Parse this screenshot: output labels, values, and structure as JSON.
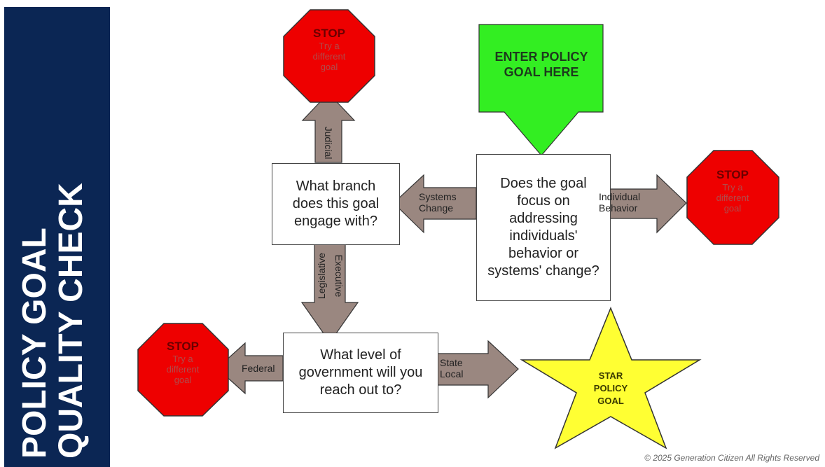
{
  "sidebar": {
    "title_line1": "POLICY GOAL",
    "title_line2": "QUALITY CHECK"
  },
  "start": {
    "text": "ENTER POLICY GOAL HERE"
  },
  "questions": {
    "focus": "Does the goal focus on addressing individuals' behavior or systems' change?",
    "branch": "What branch does this goal engage with?",
    "level": "What level of government will you reach out to?"
  },
  "arrows": {
    "systems_change_1": "Systems",
    "systems_change_2": "Change",
    "individual_1": "Individual",
    "individual_2": "Behavior",
    "judicial": "Judicial",
    "legislative": "Legislative",
    "executive": "Executive",
    "federal": "Federal",
    "state": "State",
    "local": "Local"
  },
  "stops": {
    "top": {
      "word": "STOP",
      "line1": "Try a",
      "line2": "different",
      "line3": "goal"
    },
    "right": {
      "word": "STOP",
      "line1": "Try a",
      "line2": "different",
      "line3": "goal"
    },
    "left": {
      "word": "STOP",
      "line1": "Try a",
      "line2": "different",
      "line3": "goal"
    }
  },
  "star": {
    "line1": "STAR",
    "line2": "POLICY",
    "line3": "GOAL"
  },
  "copyright": "© 2025 Generation Citizen All Rights Reserved",
  "colors": {
    "sidebar": "#0b2654",
    "stop": "#ee0000",
    "start": "#33ee22",
    "star": "#ffff33",
    "arrow": "#9a8780"
  }
}
